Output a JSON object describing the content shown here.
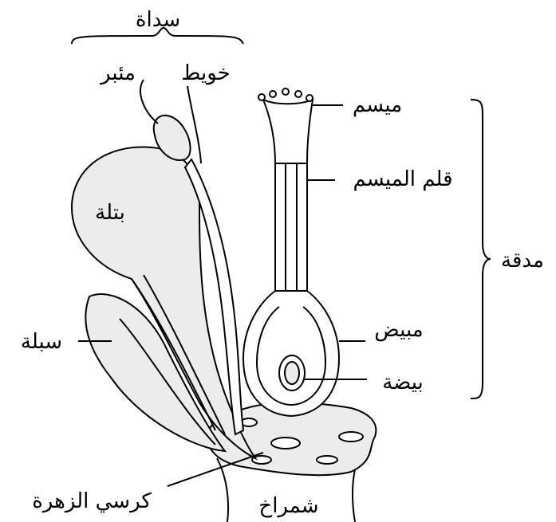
{
  "labels": {
    "stamen": "سداة",
    "filament": "خويط",
    "anther": "مئبر",
    "petal": "بتلة",
    "sepal": "سبلة",
    "receptacle": "كرسي الزهرة",
    "pedicel": "شمراخ",
    "stigma": "ميسم",
    "style": "قلم الميسم",
    "pistil": "مدقة",
    "ovary": "مبيض",
    "ovule": "بيضة"
  }
}
